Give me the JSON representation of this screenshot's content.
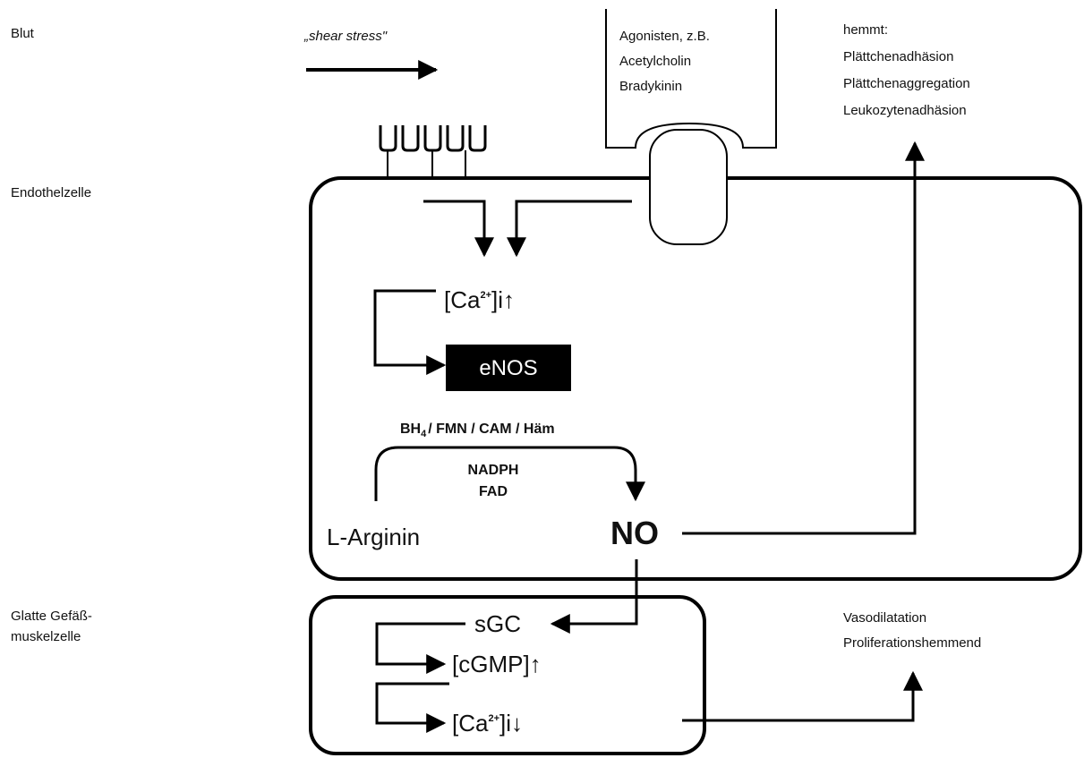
{
  "labels": {
    "blut": "Blut",
    "endothelzelle": "Endothelzelle",
    "glatte_line1": "Glatte Gefäß-",
    "glatte_line2": "muskelzelle"
  },
  "stimuli": {
    "shear_stress": "„shear stress\"",
    "agonisten": [
      "Agonisten, z.B.",
      "Acetylcholin",
      "Bradykinin"
    ]
  },
  "hemmt": {
    "title": "hemmt:",
    "items": [
      "Plättchenadhäsion",
      "Plättchenaggregation",
      "Leukozytenadhäsion"
    ]
  },
  "endothel": {
    "ca_open": "[Ca",
    "ca_sup": "2+",
    "ca_close": "]i↑",
    "enos": "eNOS",
    "cofactors_pre": "BH",
    "cofactors_sub": "4",
    "cofactors_post": "/ FMN / CAM / Häm",
    "nadph": "NADPH",
    "fad": "FAD",
    "larginin": "L-Arginin",
    "no": "NO"
  },
  "muskel": {
    "sgc": "sGC",
    "cgmp": "[cGMP]↑",
    "ca_open": "[Ca",
    "ca_sup": "2+",
    "ca_close": "]i↓"
  },
  "effects": [
    "Vasodilatation",
    "Proliferationshemmend"
  ],
  "colors": {
    "line": "#000000",
    "enos_fill": "#000000",
    "enos_text": "#ffffff"
  }
}
